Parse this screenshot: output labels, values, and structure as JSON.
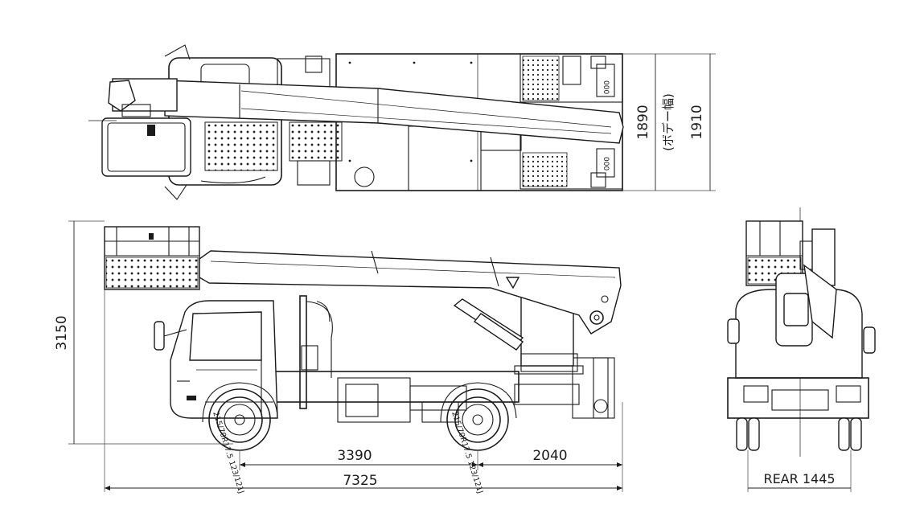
{
  "dimensions": {
    "wheelbase": "3390",
    "rear_overhang": "2040",
    "overall_length": "7325",
    "overall_height": "3150",
    "body_width": "1890",
    "body_width_note": "(ボデー幅)",
    "overall_width": "1910",
    "rear_tread": "REAR 1445"
  },
  "tires": {
    "front_label": "215/70R17.5 123/121J",
    "rear_label": "215/70R17.5 123/121J"
  },
  "colors": {
    "line": "#1a1a1a",
    "background": "#ffffff"
  }
}
